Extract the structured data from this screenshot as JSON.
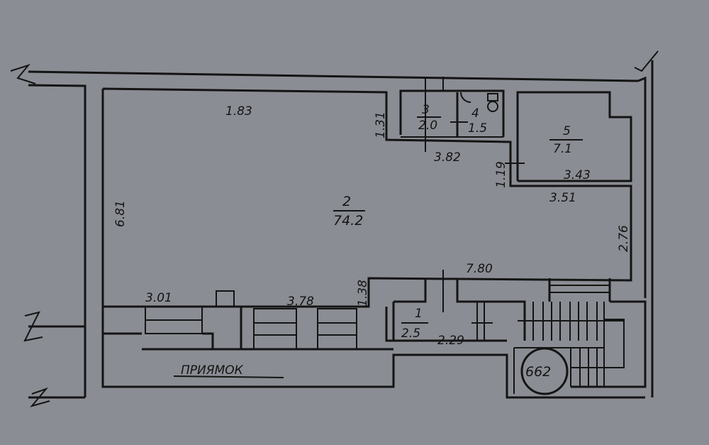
{
  "plan": {
    "rooms": [
      {
        "number": "1",
        "area": "2.5"
      },
      {
        "number": "2",
        "area": "74.2"
      },
      {
        "number": "3",
        "area": "2.0"
      },
      {
        "number": "4",
        "area": "1.5"
      },
      {
        "number": "5",
        "area": "7.1"
      }
    ],
    "dimensions": {
      "top": "1.83",
      "wc_left": "1.31",
      "wc_bottom": "3.82",
      "room5_left": "1.19",
      "room5_bottom": "3.43",
      "room2_right_top": "3.51",
      "left": "6.81",
      "right": "2.76",
      "bottom_right": "7.80",
      "step": "1.38",
      "bottom_left": "3.01",
      "bottom_mid": "3.78",
      "room1_bottom": "2.29"
    },
    "pit_label": "ПРИЯМОК",
    "stamp": "662"
  }
}
